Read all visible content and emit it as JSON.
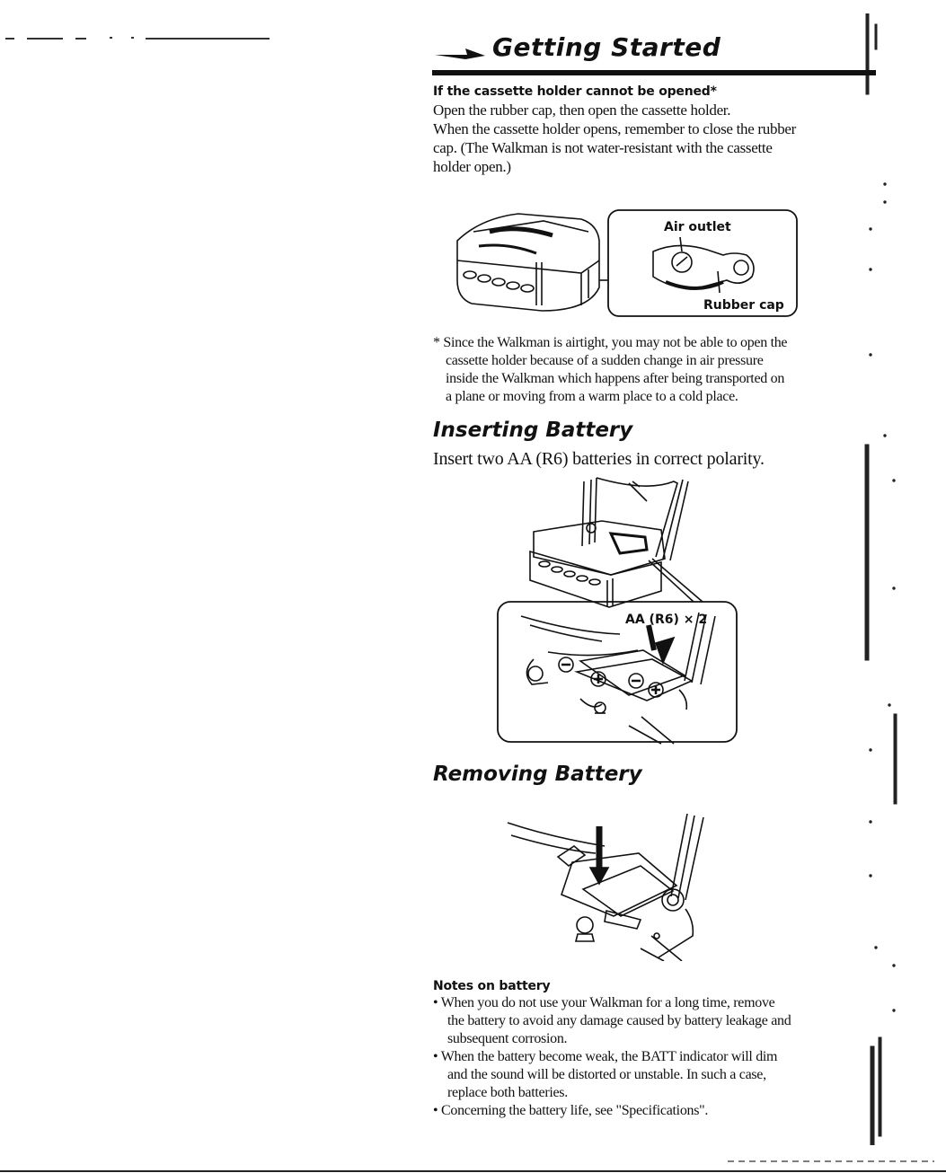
{
  "header": {
    "title": "Getting Started"
  },
  "cassette_holder": {
    "heading": "If the cassette holder cannot be opened*",
    "lines": [
      "Open the rubber cap, then open the cassette holder.",
      "When the cassette holder opens, remember to close the rubber",
      "cap. (The Walkman is not water-resistant with the cassette",
      "holder open.)"
    ],
    "figure_labels": {
      "air_outlet": "Air outlet",
      "rubber_cap": "Rubber cap"
    },
    "footnote_lines": [
      "* Since the Walkman is airtight, you may not be able to open the",
      "cassette holder because of a sudden change in air pressure",
      "inside the Walkman which happens after being transported on",
      "a plane or moving from a warm place to a cold place."
    ]
  },
  "inserting": {
    "heading": "Inserting Battery",
    "text": "Insert two AA (R6) batteries in correct polarity.",
    "figure_label": "AA (R6) × 2"
  },
  "removing": {
    "heading": "Removing Battery"
  },
  "notes": {
    "heading": "Notes on battery",
    "items": [
      {
        "lines": [
          "• When you do not use your Walkman for a long time, remove",
          "the battery to avoid any damage caused by battery leakage and",
          "subsequent corrosion."
        ]
      },
      {
        "lines": [
          "• When the battery become weak, the BATT indicator will dim",
          "and the sound will be distorted or unstable. In such a case,",
          "replace both batteries."
        ]
      },
      {
        "lines": [
          "• Concerning the battery life, see \"Specifications\"."
        ]
      }
    ]
  }
}
